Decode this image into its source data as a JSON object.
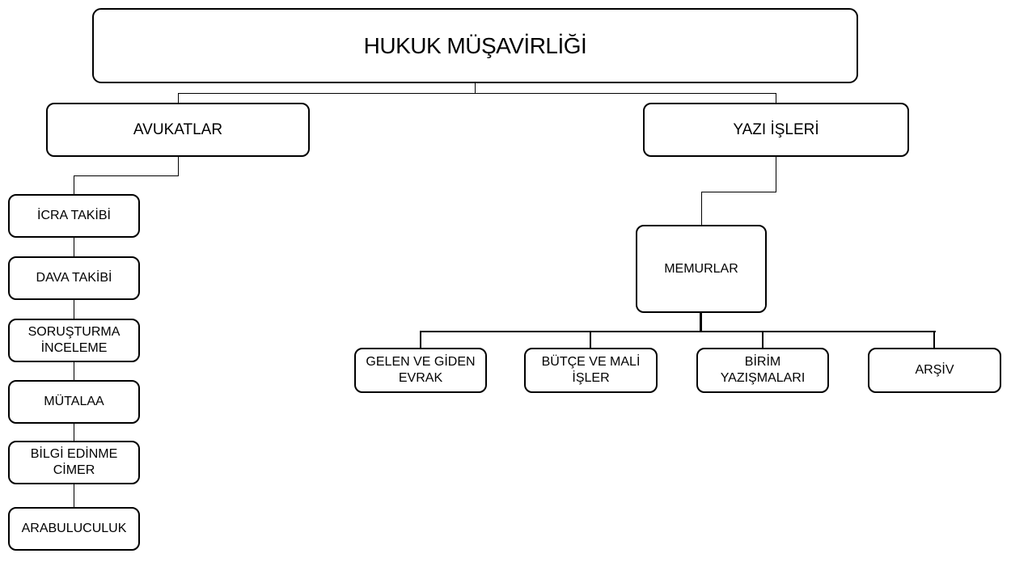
{
  "colors": {
    "background": "#ffffff",
    "box_fill": "#ffffff",
    "box_border": "#000000",
    "box_text": "#000000",
    "connector": "#000000"
  },
  "org_chart": {
    "type": "organization-chart",
    "root": {
      "label": "HUKUK MÜŞAVİRLİĞİ",
      "children": {
        "avukatlar": {
          "label": "AVUKATLAR",
          "children": {
            "icra_takibi": {
              "label": "İCRA TAKİBİ"
            },
            "dava_takibi": {
              "label": "DAVA TAKİBİ"
            },
            "sorusturma_inceleme": {
              "label": "SORUŞTURMA İNCELEME"
            },
            "mutalaa": {
              "label": "MÜTALAA"
            },
            "bilgi_edinme_cimer": {
              "label": "BİLGİ EDİNME CİMER"
            },
            "arabuluculuk": {
              "label": "ARABULUCULUK"
            }
          }
        },
        "yazi_isleri": {
          "label": "YAZI İŞLERİ",
          "children": {
            "memurlar": {
              "label": "MEMURLAR",
              "children": {
                "gelen_ve_giden_evrak": {
                  "label": "GELEN VE GİDEN EVRAK"
                },
                "butce_ve_mali_isler": {
                  "label": "BÜTÇE VE MALİ İŞLER"
                },
                "birim_yazismalari": {
                  "label": "BİRİM YAZIŞMALARI"
                },
                "arsiv": {
                  "label": "ARŞİV"
                }
              }
            }
          }
        }
      }
    }
  }
}
